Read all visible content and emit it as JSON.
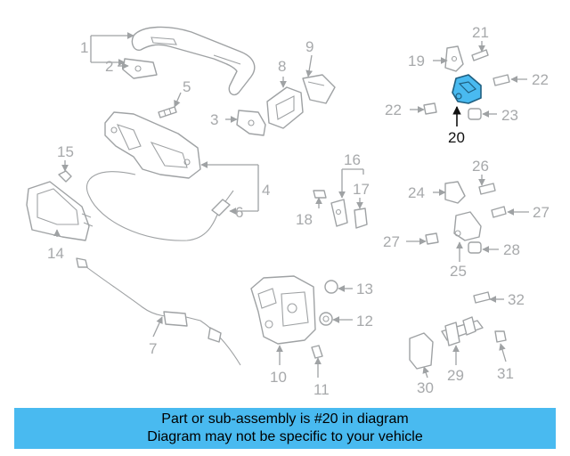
{
  "diagram": {
    "labels": [
      "1",
      "2",
      "3",
      "4",
      "5",
      "6",
      "7",
      "8",
      "9",
      "10",
      "11",
      "12",
      "13",
      "14",
      "15",
      "16",
      "17",
      "18",
      "19",
      "20",
      "21",
      "22",
      "22",
      "23",
      "24",
      "25",
      "26",
      "27",
      "27",
      "28",
      "29",
      "30",
      "31",
      "32"
    ],
    "highlight_label": "20",
    "highlight_color": "#49baf0"
  },
  "caption": {
    "line1": "Part or sub-assembly is #20 in diagram",
    "line2": "Diagram may not be specific to your vehicle",
    "background": "#49baf0"
  }
}
